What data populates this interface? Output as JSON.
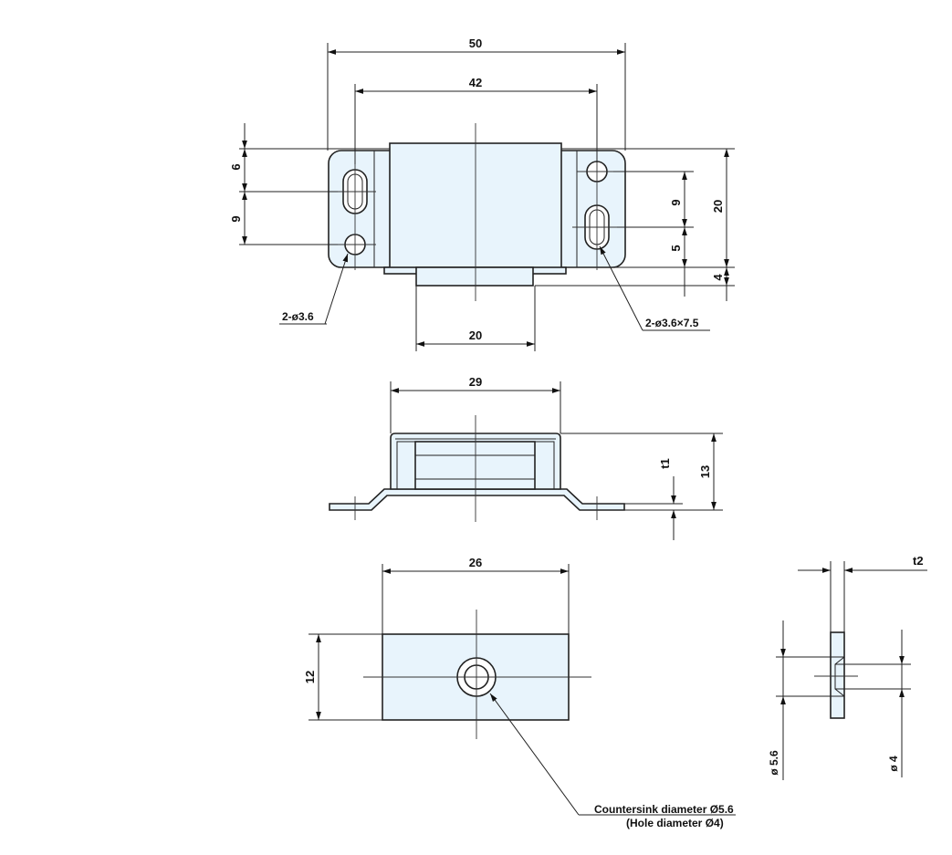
{
  "colors": {
    "part_fill": "#e8f4fc",
    "line": "#222222",
    "background": "#ffffff"
  },
  "top_view": {
    "dim_overall_width": "50",
    "dim_hole_pitch": "42",
    "dim_magnet_width": "20",
    "dim_left_upper": "6",
    "dim_left_lower": "9",
    "dim_right_9": "9",
    "dim_right_5": "5",
    "dim_right_20": "20",
    "dim_right_4": "4",
    "callout_round_holes": "2-ø3.6",
    "callout_slots": "2-ø3.6×7.5"
  },
  "front_view": {
    "dim_body_width": "29",
    "dim_height": "13",
    "dim_thickness": "t1"
  },
  "plate_view": {
    "dim_width": "26",
    "dim_height": "12",
    "callout_line1": "Countersink diameter Ø5.6",
    "callout_line2": "(Hole diameter Ø4)"
  },
  "side_view": {
    "dim_thickness": "t2",
    "dim_countersink": "ø 5.6",
    "dim_hole": "ø 4"
  }
}
